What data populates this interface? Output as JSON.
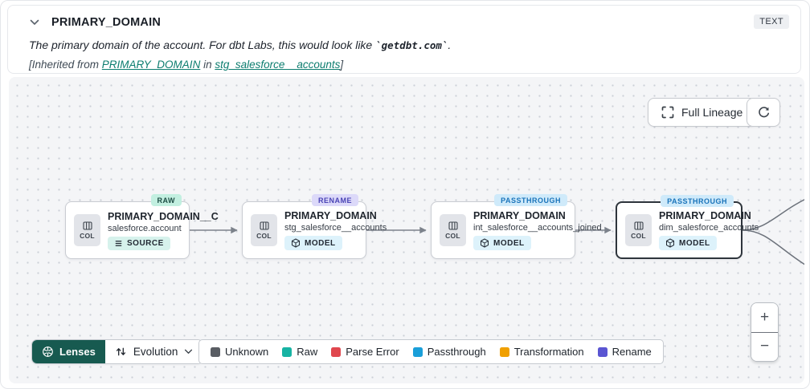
{
  "header": {
    "title": "PRIMARY_DOMAIN",
    "type_badge": "TEXT",
    "description_prefix": "The primary domain of the account. For dbt Labs, this would look like ",
    "description_code": "`getdbt.com`",
    "description_suffix": ".",
    "inherited_prefix": "[Inherited from ",
    "inherited_link_column": "PRIMARY_DOMAIN",
    "inherited_middle": " in ",
    "inherited_link_model": "stg_salesforce__accounts",
    "inherited_suffix": "]"
  },
  "toolbar": {
    "full_lineage_label": "Full Lineage"
  },
  "nodes": [
    {
      "tag": "RAW",
      "title": "PRIMARY_DOMAIN__C",
      "subtitle": "salesforce.account",
      "badge": "SOURCE",
      "col_label": "COL",
      "selected": false
    },
    {
      "tag": "RENAME",
      "title": "PRIMARY_DOMAIN",
      "subtitle": "stg_salesforce__accounts",
      "badge": "MODEL",
      "col_label": "COL",
      "selected": false
    },
    {
      "tag": "PASSTHROUGH",
      "title": "PRIMARY_DOMAIN",
      "subtitle": "int_salesforce__accounts_joined",
      "badge": "MODEL",
      "col_label": "COL",
      "selected": false
    },
    {
      "tag": "PASSTHROUGH",
      "title": "PRIMARY_DOMAIN",
      "subtitle": "dim_salesforce_accounts",
      "badge": "MODEL",
      "col_label": "COL",
      "selected": true
    }
  ],
  "controls": {
    "lenses_label": "Lenses",
    "lens_selected": "Evolution",
    "zoom_in": "+",
    "zoom_out": "−"
  },
  "legend": {
    "items": [
      {
        "label": "Unknown",
        "color": "#595d63"
      },
      {
        "label": "Raw",
        "color": "#17b3a3"
      },
      {
        "label": "Parse Error",
        "color": "#e0474e"
      },
      {
        "label": "Passthrough",
        "color": "#1a9fd9"
      },
      {
        "label": "Transformation",
        "color": "#f0a000"
      },
      {
        "label": "Rename",
        "color": "#5a55d2"
      }
    ]
  },
  "icons": {
    "collapse": "chevron-down",
    "full_lineage": "fullscreen-corners",
    "refresh": "circular-arrow",
    "lenses": "aperture",
    "evolution": "vertical-swap-arrows",
    "dropdown": "chevron-down",
    "column": "columns",
    "source": "rows",
    "model": "cube"
  },
  "colors": {
    "lenses_bg": "#175a50",
    "canvas_bg": "#f4f5f7",
    "link": "#0c7d6f",
    "tag_raw_bg": "#c2efe0",
    "tag_rename_bg": "#dcd9f9",
    "tag_passthrough_bg": "#cfeafa",
    "edge": "#7c828b"
  }
}
